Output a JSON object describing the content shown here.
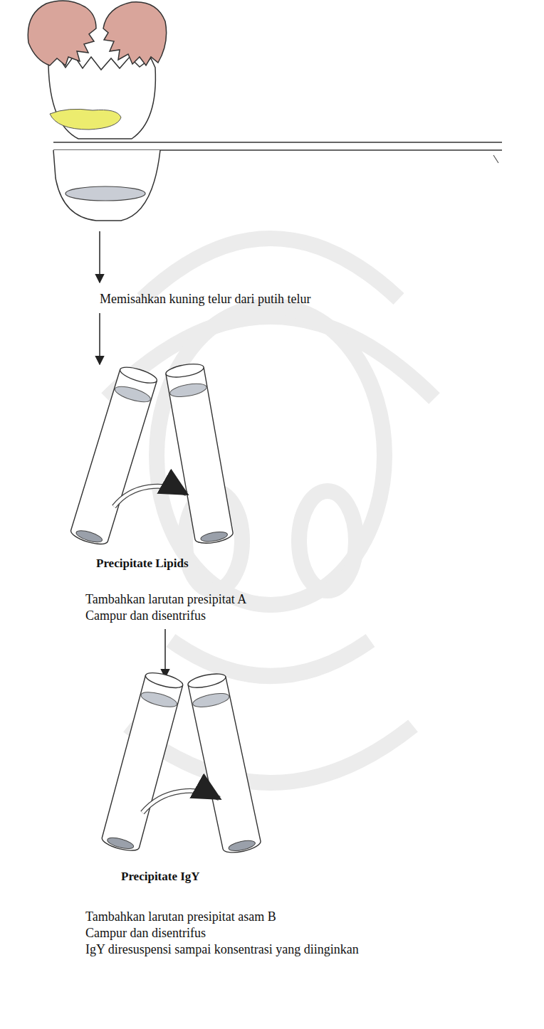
{
  "diagram": {
    "labels": [
      "Memisahkan kuning telur dari putih telur",
      "Precipitate Lipids",
      "Tambahkan larutan presipitat A",
      "Campur dan disentrifus",
      "Precipitate IgY",
      "Tambahkan larutan presipitat asam B",
      "Campur dan disentrifus",
      "IgY diresuspensi sampai konsentrasi yang diinginkan"
    ]
  }
}
